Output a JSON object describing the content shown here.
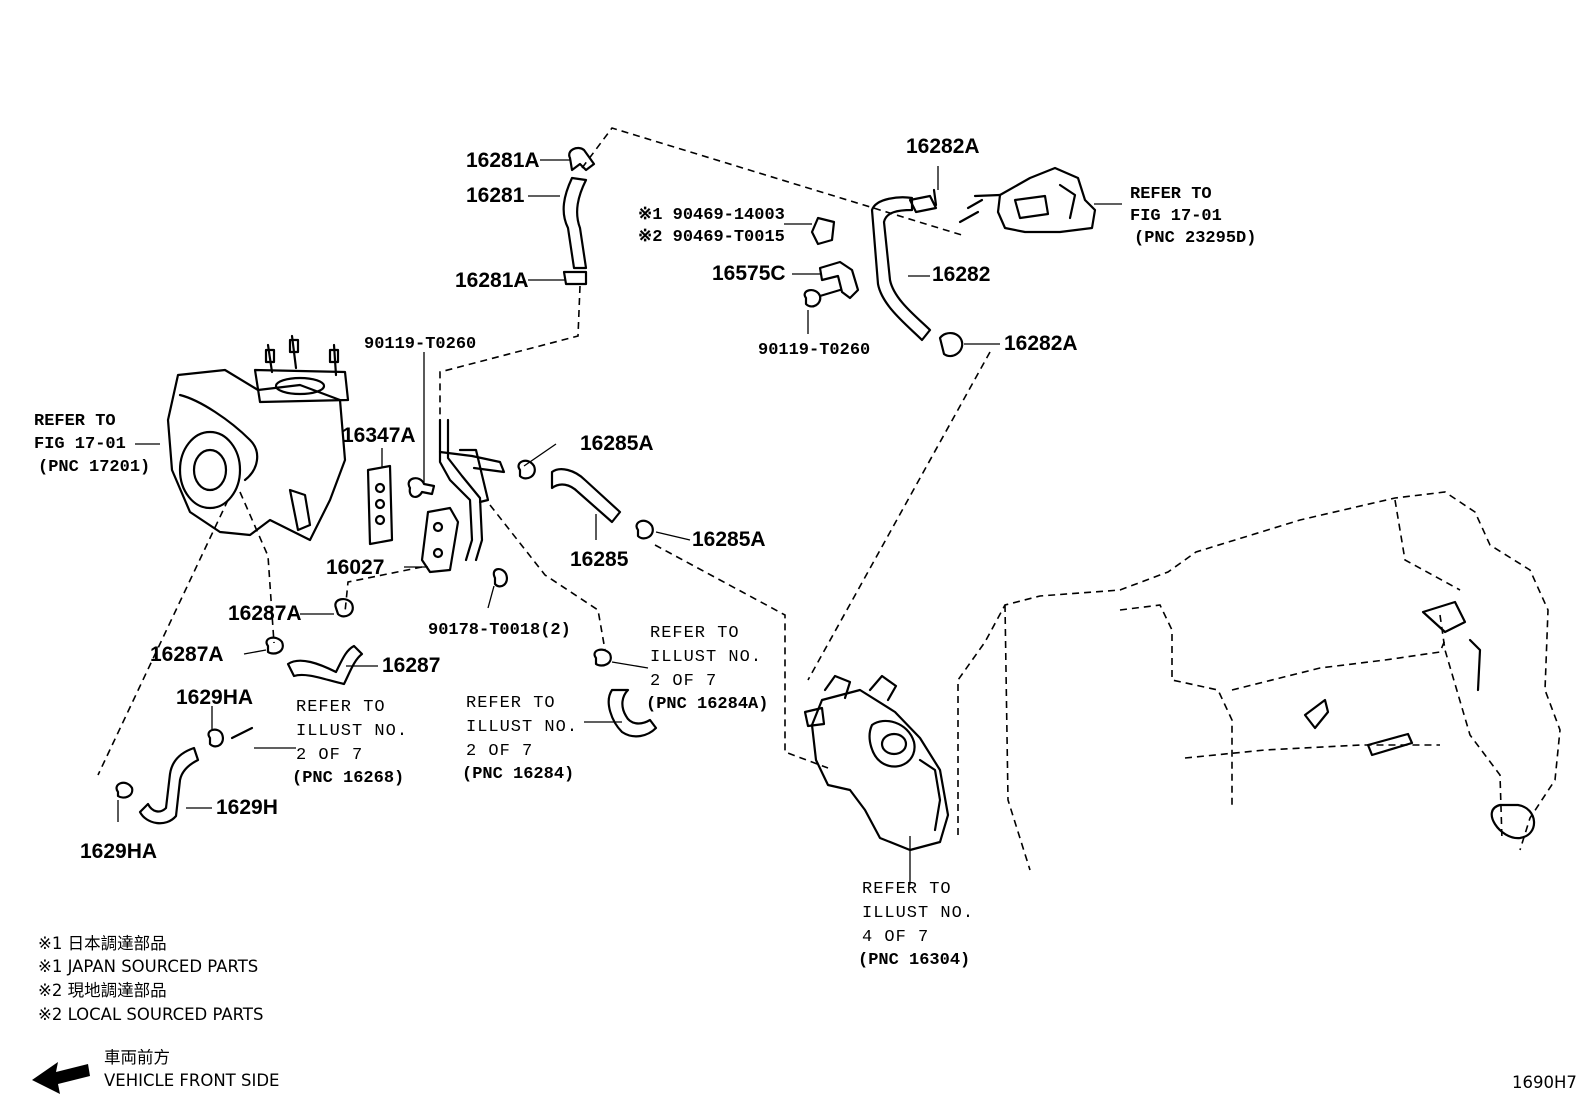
{
  "labels": {
    "p16281A_top": "16281A",
    "p16281": "16281",
    "p16281A_bot": "16281A",
    "p90469_1": "※1 90469-14003",
    "p90469_2": "※2 90469-T0015",
    "p16575C": "16575C",
    "p90119_top": "90119-T0260",
    "p16282A_top": "16282A",
    "p16282": "16282",
    "p16282A_bot": "16282A",
    "p90119_mid": "90119-T0260",
    "p16347A": "16347A",
    "p16285A_top": "16285A",
    "p16285": "16285",
    "p16285A_bot": "16285A",
    "p16027": "16027",
    "p90178": "90178-T0018(2)",
    "p16287A_top": "16287A",
    "p16287A_bot": "16287A",
    "p16287": "16287",
    "p1629HA_top": "1629HA",
    "p1629H": "1629H",
    "p1629HA_bot": "1629HA"
  },
  "refs": {
    "fig17_right": [
      "REFER TO",
      "FIG 17-01",
      "(PNC 23295D)"
    ],
    "fig17_left": [
      "REFER TO",
      "FIG 17-01",
      "(PNC 17201)"
    ],
    "illust_16268": [
      "REFER TO",
      "ILLUST NO.",
      "2 OF 7",
      "(PNC 16268)"
    ],
    "illust_16284": [
      "REFER TO",
      "ILLUST NO.",
      "2 OF 7",
      "(PNC 16284)"
    ],
    "illust_16284A": [
      "REFER TO",
      "ILLUST NO.",
      "2 OF 7",
      "(PNC 16284A)"
    ],
    "illust_16304": [
      "REFER TO",
      "ILLUST NO.",
      "4 OF 7",
      "(PNC 16304)"
    ]
  },
  "notes": {
    "n1_jp": "※1 日本調達部品",
    "n1_en": "※1 JAPAN SOURCED PARTS",
    "n2_jp": "※2 現地調達部品",
    "n2_en": "※2 LOCAL SOURCED PARTS",
    "front_jp": "車両前方",
    "front_en": "VEHICLE FRONT SIDE"
  },
  "diagram_id": "1690H7",
  "icons": [
    "front-direction-arrow-icon",
    "hose-clamp-icon",
    "bolt-icon"
  ],
  "colors": {
    "ink": "#000000",
    "paper": "#ffffff"
  }
}
